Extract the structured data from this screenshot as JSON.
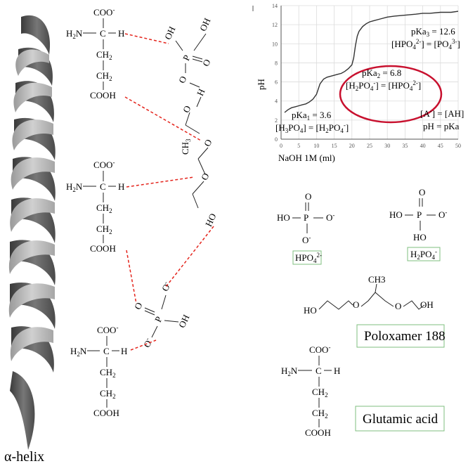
{
  "helix_label": "α-helix",
  "glutamic_residue": {
    "coo": "COO",
    "minus": "-",
    "h2n": "H",
    "h2n_sub": "2",
    "h2n_n": "N",
    "c": "C",
    "h": "H",
    "ch2": "CH",
    "ch2_sub": "2",
    "cooh": "COOH"
  },
  "phosphate_labels": {
    "o": "O",
    "p": "P",
    "oh": "OH",
    "h": "H",
    "minus": "-"
  },
  "poloxamer_chain": {
    "o": "O",
    "h": "H",
    "ho": "HO",
    "ch3": "CH",
    "ch3_sub": "3"
  },
  "chart_data": {
    "type": "line",
    "xlabel": "NaOH 1M (ml)",
    "ylabel": "pH",
    "xlim": [
      0,
      50
    ],
    "ylim": [
      0,
      14
    ],
    "xticks": [
      0,
      5,
      10,
      15,
      20,
      25,
      30,
      35,
      40,
      45,
      50
    ],
    "yticks": [
      0,
      2,
      4,
      6,
      8,
      10,
      12,
      14
    ],
    "grid": true,
    "x": [
      1,
      2,
      3,
      4,
      5,
      6,
      7,
      8,
      9,
      10,
      11,
      12,
      13,
      14,
      15,
      16,
      17,
      18,
      19,
      20,
      20.5,
      21,
      21.5,
      22,
      23,
      24,
      25,
      26,
      28,
      30,
      32,
      35,
      38,
      40,
      42,
      45,
      48,
      50
    ],
    "y": [
      2.8,
      3.1,
      3.3,
      3.4,
      3.5,
      3.6,
      3.7,
      3.9,
      4.2,
      4.7,
      5.8,
      6.3,
      6.5,
      6.6,
      6.7,
      6.8,
      6.9,
      7.1,
      7.4,
      7.8,
      8.5,
      9.8,
      10.8,
      11.3,
      11.8,
      12.1,
      12.3,
      12.4,
      12.6,
      12.8,
      12.9,
      13.0,
      13.1,
      13.2,
      13.2,
      13.3,
      13.3,
      13.4
    ],
    "annotations": {
      "pka3": {
        "label": "pKa",
        "sub": "3",
        "value": " = 12.6",
        "eq_a": "[HPO",
        "eq_a_sub": "4",
        "eq_a_sup": "2-",
        "eq_mid": "] = [PO",
        "eq_b_sub": "4",
        "eq_b_sup": "3-",
        "eq_end": "]"
      },
      "pka2": {
        "label": "pKa",
        "sub": "2",
        "value": " = 6.8",
        "eq_a": "[H",
        "eq_a_sub1": "2",
        "eq_a_mid": "PO",
        "eq_a_sub2": "4",
        "eq_a_sup": "-",
        "eq_mid": "] = [HPO",
        "eq_b_sub": "4",
        "eq_b_sup": "2-",
        "eq_end": "]"
      },
      "pka1": {
        "label": "pKa",
        "sub": "1",
        "value": " = 3.6",
        "eq_a": "[H",
        "eq_a_sub1": "3",
        "eq_a_mid": "PO",
        "eq_a_sub2": "4",
        "eq_mid": "] = [H",
        "eq_b_sub1": "2",
        "eq_b_mid": "PO",
        "eq_b_sub2": "4",
        "eq_b_sup": "-",
        "eq_end": "]"
      },
      "ha": {
        "line1_a": "[A",
        "line1_sup": "-",
        "line1_b": "] = [AH]",
        "line2": "pH = pKa"
      }
    },
    "highlight_color": "#c8102e",
    "line_color": "#333333"
  },
  "legend": {
    "hpo4": {
      "ho": "HO",
      "p": "P",
      "o": "O",
      "minus": "-",
      "box_a": "HPO",
      "box_sub": "4",
      "box_sup": "2-"
    },
    "h2po4": {
      "ho": "HO",
      "p": "P",
      "o": "O",
      "minus": "-",
      "box_a": "H",
      "box_sub1": "2",
      "box_b": "PO",
      "box_sub2": "4",
      "box_sup": "-"
    },
    "poloxamer": {
      "ho": "HO",
      "oh": "OH",
      "o": "O",
      "ch3": "CH3",
      "box": "Poloxamer 188"
    },
    "glutamic": {
      "box": "Glutamic acid"
    }
  }
}
